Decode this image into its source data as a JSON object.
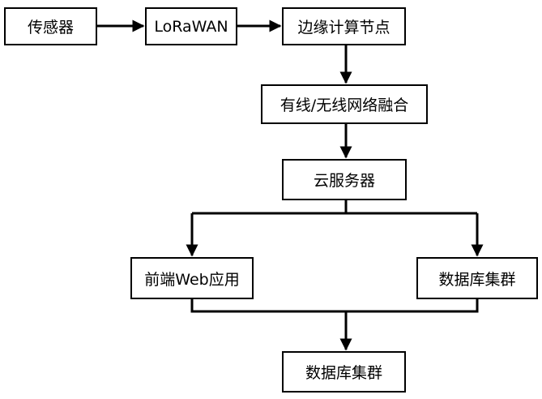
{
  "nodes": {
    "sensor": "传感器",
    "lorawan": "LoRaWAN",
    "edge_node": "边缘计算节点",
    "fusion": "有线/无线网络融合",
    "cloud_server": "云服务器",
    "web_app": "前端Web应用",
    "db_cluster_right": "数据库集群",
    "db_cluster_bottom": "数据库集群"
  },
  "colors": {
    "line": "#000000",
    "box_border": "#000000",
    "background": "#ffffff"
  }
}
